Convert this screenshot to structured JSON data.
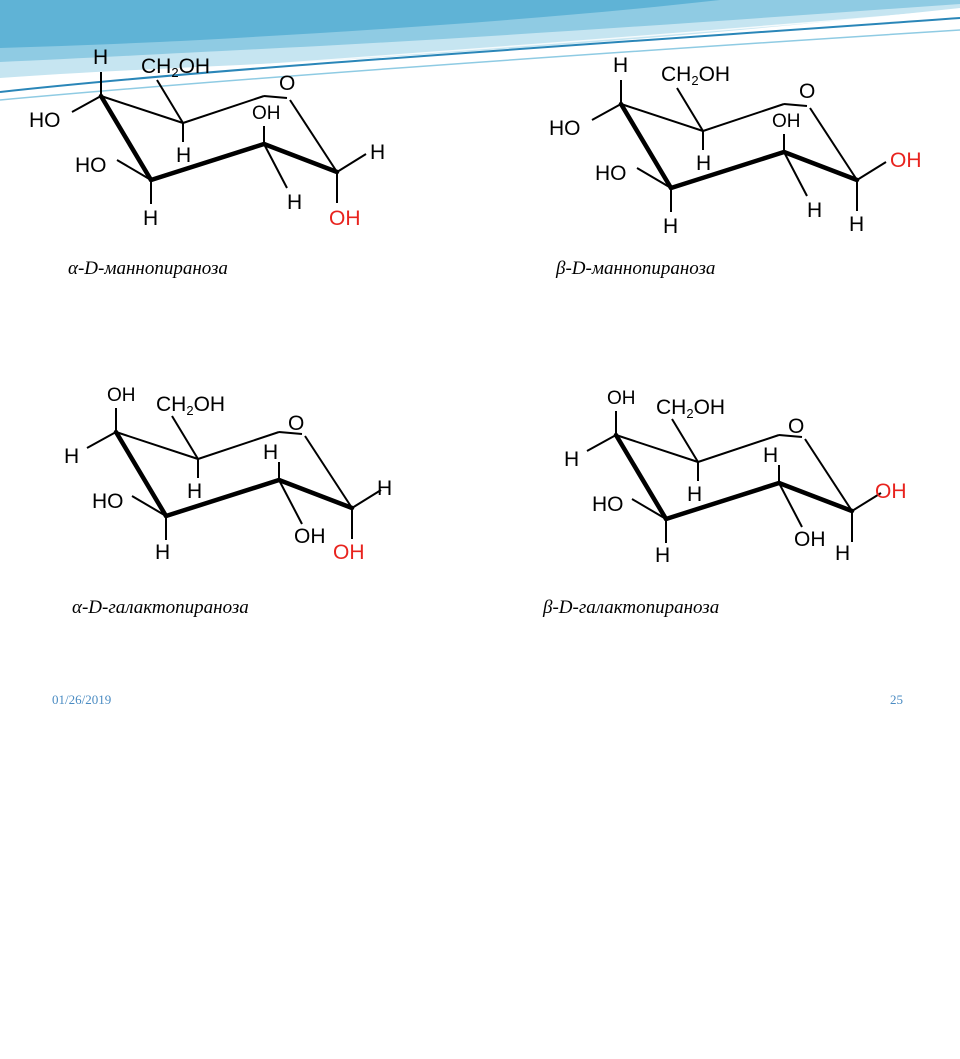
{
  "theme": {
    "wave_colors": [
      "#5fb3d6",
      "#8fcbe3",
      "#c6e5f1",
      "#2a86b8"
    ],
    "accent_red": "#e8231e",
    "footer_color": "#4a8bc2"
  },
  "molecules": [
    {
      "caption_prefix": "α",
      "caption_text": "-D-маннопираноза",
      "labels": {
        "c5_top": "H",
        "ch2oh_a": "CH",
        "ch2oh_sub": "2",
        "ch2oh_b": "OH",
        "ring_o": "O",
        "c4_left": "HO",
        "c3_left": "HO",
        "c3_bottom": "H",
        "c4_bottom": "H",
        "c2_top": "OH",
        "c2_bottom": "H",
        "c1_up": "H",
        "c1_down": "OH"
      }
    },
    {
      "caption_prefix": "β",
      "caption_text": "-D-маннопираноза",
      "labels": {
        "c5_top": "H",
        "ch2oh_a": "CH",
        "ch2oh_sub": "2",
        "ch2oh_b": "OH",
        "ring_o": "O",
        "c4_left": "HO",
        "c3_left": "HO",
        "c3_bottom": "H",
        "c4_bottom": "H",
        "c2_top": "OH",
        "c2_bottom": "H",
        "c1_up": "OH",
        "c1_down": "H"
      }
    },
    {
      "caption_prefix": "α",
      "caption_text": "-D-галактопираноза",
      "labels": {
        "c5_top": "OH",
        "ch2oh_a": "CH",
        "ch2oh_sub": "2",
        "ch2oh_b": "OH",
        "ring_o": "O",
        "c4_left": "H",
        "c3_left": "HO",
        "c3_bottom": "H",
        "c4_bottom": "H",
        "c2_top": "H",
        "c2_bottom": "OH",
        "c1_up": "H",
        "c1_down": "OH"
      }
    },
    {
      "caption_prefix": "β",
      "caption_text": "-D-галактопираноза",
      "labels": {
        "c5_top": "OH",
        "ch2oh_a": "CH",
        "ch2oh_sub": "2",
        "ch2oh_b": "OH",
        "ring_o": "O",
        "c4_left": "H",
        "c3_left": "HO",
        "c3_bottom": "H",
        "c4_bottom": "H",
        "c2_top": "H",
        "c2_bottom": "OH",
        "c1_up": "OH",
        "c1_down": "H"
      }
    }
  ],
  "footer": {
    "date": "01/26/2019",
    "page_number": "25"
  }
}
